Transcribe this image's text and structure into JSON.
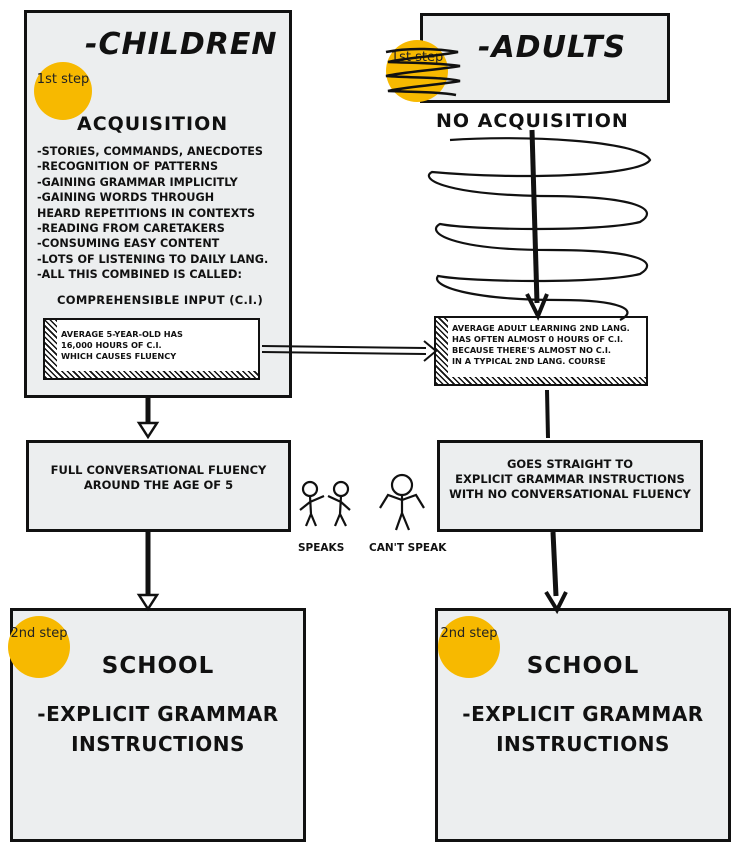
{
  "children": {
    "title": "-Children",
    "badge": "1st step",
    "heading": "Acquisition",
    "items": [
      "-Stories, commands, anecdotes",
      "-recognition of patterns",
      "-Gaining grammar implicitly",
      "-Gaining Words through",
      "heard repetitions in contexts",
      "-Reading from caretakers",
      "-Consuming easy content",
      "-lots of listening to daily lang.",
      "-all this combined is called:"
    ],
    "ci_label": "comprehensible input (C.I.)",
    "note_lines": [
      "Average 5-year-old has",
      "16,000 hours of C.I.",
      "which causes fluency"
    ]
  },
  "adults": {
    "title": "-adults",
    "badge": "1st step",
    "heading": "no acquisition",
    "note_lines": [
      "Average Adult learning 2nd lang.",
      "has often almost 0 hours of C.I.",
      "because there's almost no C.I.",
      "in a typical 2nd lang. course"
    ]
  },
  "children_result": {
    "lines": [
      "Full conversational fluency",
      "around the age of 5"
    ]
  },
  "adults_result": {
    "lines": [
      "Goes straight to",
      "explicit grammar instructions",
      "with No Conversational fluency"
    ]
  },
  "figures": {
    "speaks_label": "Speaks",
    "cant_speak_label": "Can't speak"
  },
  "school_left": {
    "badge": "2nd step",
    "title": "School",
    "line1": "-Explicit grammar",
    "line2": "instructions"
  },
  "school_right": {
    "badge": "2nd step",
    "title": "School",
    "line1": "-Explicit grammar",
    "line2": "instructions"
  },
  "colors": {
    "badge": "#f7b900",
    "box_fill": "#eceeef",
    "ink": "#111111"
  }
}
